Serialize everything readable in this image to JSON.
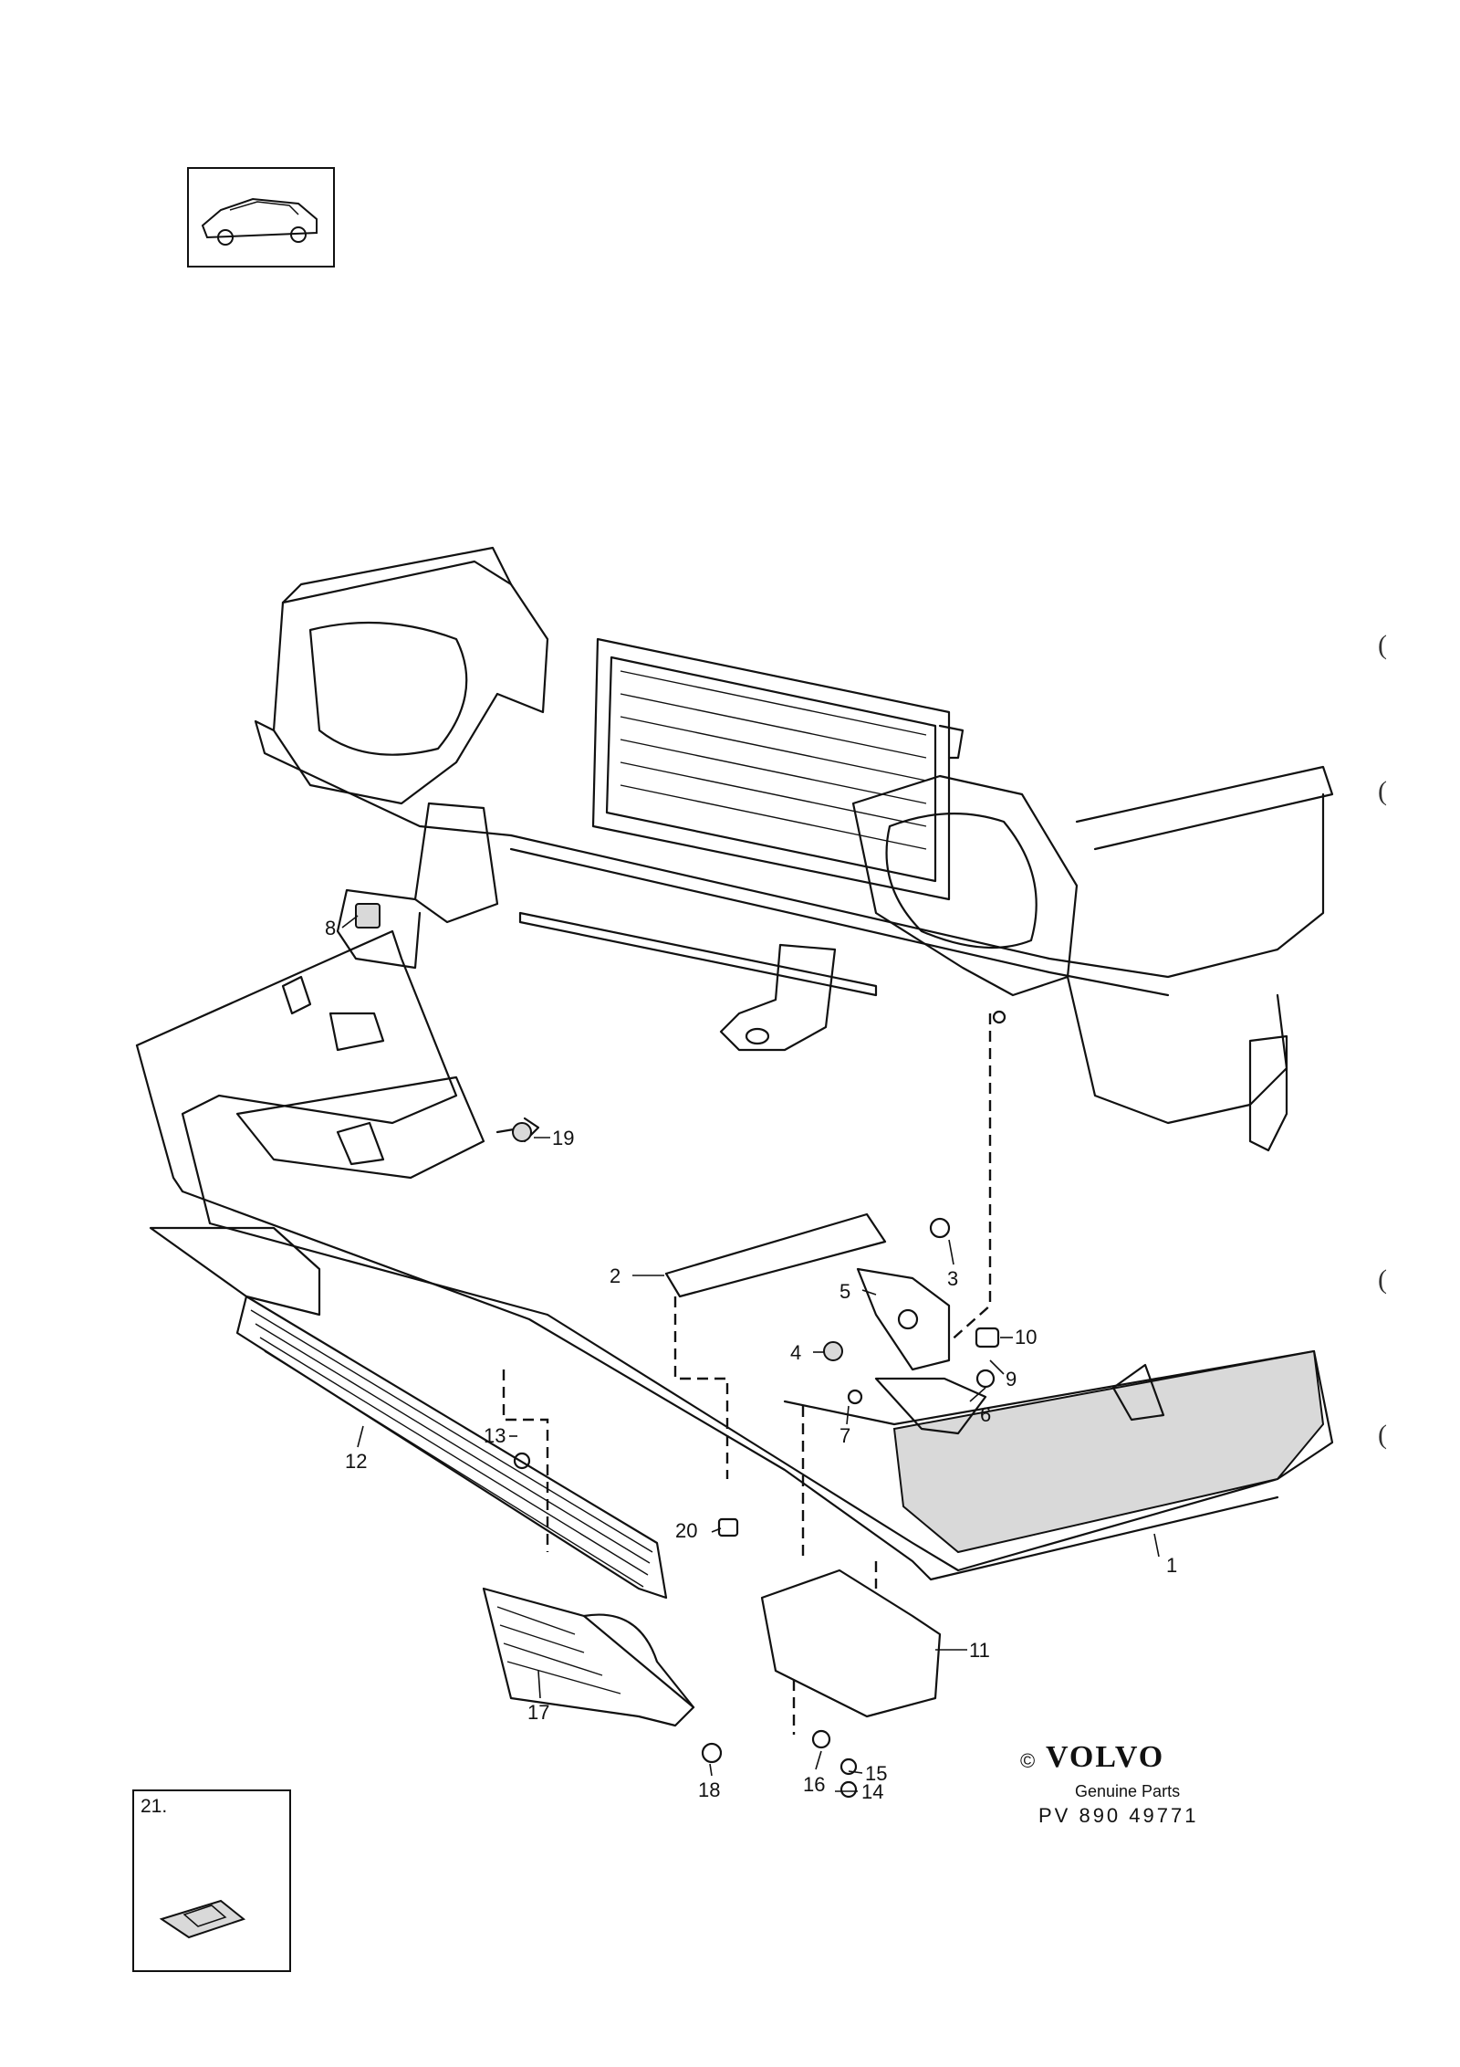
{
  "callouts": [
    {
      "id": "1",
      "text": "1"
    },
    {
      "id": "2",
      "text": "2"
    },
    {
      "id": "3",
      "text": "3"
    },
    {
      "id": "4",
      "text": "4"
    },
    {
      "id": "5",
      "text": "5"
    },
    {
      "id": "6",
      "text": "6"
    },
    {
      "id": "7",
      "text": "7"
    },
    {
      "id": "8",
      "text": "8"
    },
    {
      "id": "9",
      "text": "9"
    },
    {
      "id": "10",
      "text": "10"
    },
    {
      "id": "11",
      "text": "11"
    },
    {
      "id": "12",
      "text": "12"
    },
    {
      "id": "13",
      "text": "13"
    },
    {
      "id": "14",
      "text": "14"
    },
    {
      "id": "15",
      "text": "15"
    },
    {
      "id": "16",
      "text": "16"
    },
    {
      "id": "17",
      "text": "17"
    },
    {
      "id": "18",
      "text": "18"
    },
    {
      "id": "19",
      "text": "19"
    },
    {
      "id": "20",
      "text": "20"
    }
  ],
  "inset": {
    "label": "21."
  },
  "brand": {
    "copyright": "©",
    "name": "VOLVO",
    "subtitle": "Genuine Parts",
    "code": "PV 890 49771"
  },
  "margin_marks": [
    "(",
    "(",
    "(",
    "("
  ]
}
